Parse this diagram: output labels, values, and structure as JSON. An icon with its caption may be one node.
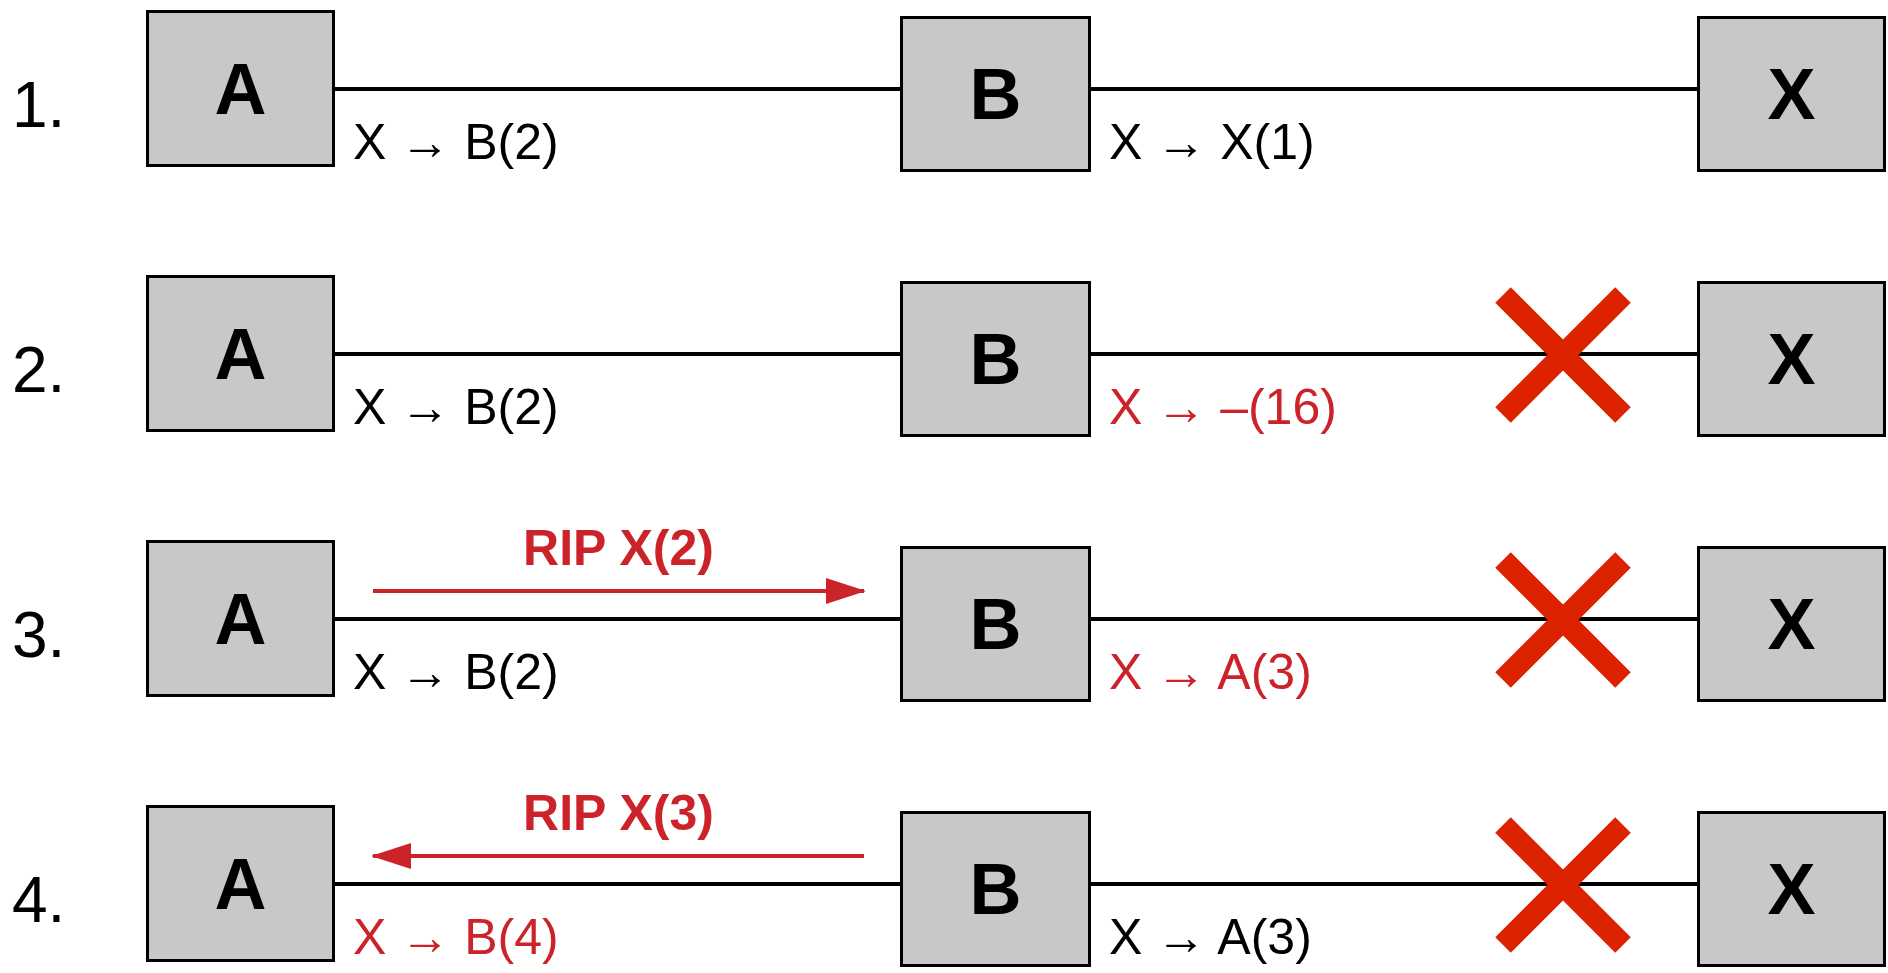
{
  "diagram": {
    "nodes": [
      {
        "text": [
          "A"
        ]
      },
      {
        "text": [
          "B"
        ]
      },
      {
        "text": [
          "X"
        ]
      },
      {
        "text": [
          "A"
        ]
      },
      {
        "text": [
          "B"
        ]
      },
      {
        "text": [
          "X"
        ]
      },
      {
        "text": [
          "A"
        ]
      },
      {
        "text": [
          "B"
        ]
      },
      {
        "text": [
          "X"
        ]
      },
      {
        "text": [
          "A"
        ]
      },
      {
        "text": [
          "B"
        ]
      },
      {
        "text": [
          "X"
        ]
      }
    ],
    "edges": [
      {
        "from": 0,
        "to": 1,
        "arrow": "none",
        "label": "X → B(2)"
      },
      {
        "from": 1,
        "to": 2,
        "arrow": "none",
        "label": "X → X(1)"
      },
      {
        "from": 3,
        "to": 4,
        "arrow": "none",
        "label": "X → B(2)"
      },
      {
        "from": 4,
        "to": 5,
        "arrow": "none",
        "label": "X → –(16)"
      },
      {
        "from": 6,
        "to": 7,
        "arrow": "to",
        "label": "RIP X(2)",
        "color": "#cc2229"
      },
      {
        "from": 6,
        "to": 7,
        "arrow": "none",
        "label": "X → B(2)"
      },
      {
        "from": 7,
        "to": 8,
        "arrow": "none",
        "label": "X → A(3)"
      },
      {
        "from": 10,
        "to": 9,
        "arrow": "to",
        "label": "RIP X(3)",
        "color": "#cc2229"
      },
      {
        "from": 9,
        "to": 10,
        "arrow": "none",
        "label": "X → B(4)"
      },
      {
        "from": 10,
        "to": 11,
        "arrow": "none",
        "label": "X → A(3)"
      }
    ],
    "labels": [
      "1.",
      "2.",
      "3.",
      "4."
    ]
  }
}
